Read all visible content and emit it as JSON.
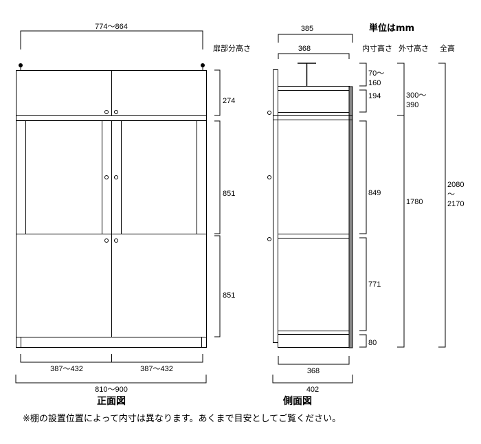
{
  "unit": "単位はmm",
  "front": {
    "title": "正面図",
    "top_width": "774〜864",
    "door_height_header": "扉部分高さ",
    "h_top": "274",
    "h_mid": "851",
    "h_low": "851",
    "half_left": "387〜432",
    "half_right": "387〜432",
    "width": "810〜900"
  },
  "side": {
    "title": "側面図",
    "top_depth": "385",
    "inner_depth_top": "368",
    "inner_depth_bottom": "368",
    "depth": "402"
  },
  "headers": {
    "inner": "内寸高さ",
    "outer": "外寸高さ",
    "total": "全高"
  },
  "inner": {
    "h1": "70〜",
    "h1b": "160",
    "h2": "194",
    "h3": "849",
    "h4": "771",
    "h5": "80"
  },
  "outer": {
    "top": "300〜",
    "topb": "390",
    "main": "1780"
  },
  "total": {
    "a": "2080",
    "b": "〜",
    "c": "2170"
  },
  "note": "※棚の設置位置によって内寸は異なります。あくまで目安としてご覧ください。"
}
